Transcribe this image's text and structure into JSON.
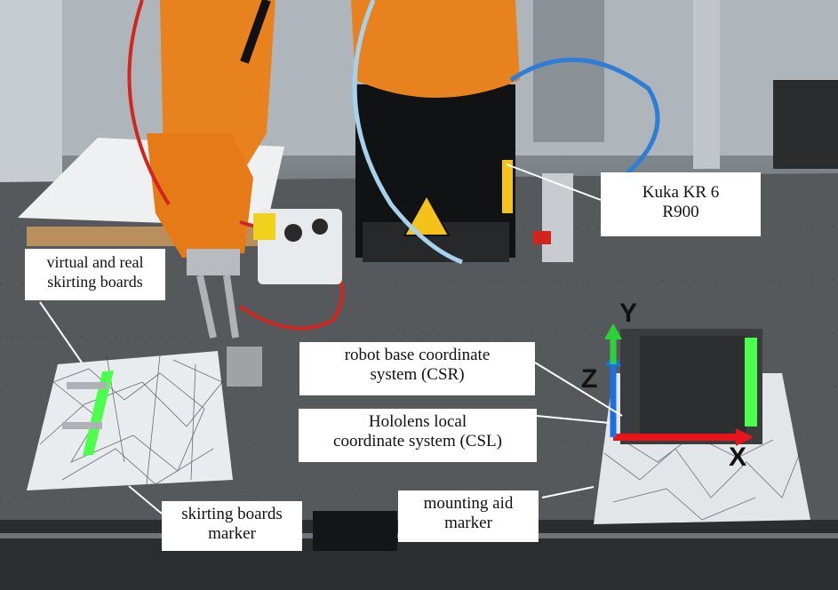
{
  "labels": {
    "kuka": [
      "Kuka KR 6",
      "R900"
    ],
    "virtual_real": [
      "virtual and real",
      "skirting boards"
    ],
    "robot_base": [
      "robot base coordinate",
      "system (CSR)"
    ],
    "hololens": [
      "Hololens local",
      "coordinate system (CSL)"
    ],
    "skirting_marker": [
      "skirting boards",
      "marker"
    ],
    "mounting_marker": [
      "mounting aid",
      "marker"
    ]
  },
  "axes": {
    "x": "X",
    "y": "Y",
    "z": "Z"
  },
  "colors": {
    "robot_orange": "#e8821e",
    "axis_x": "#e8141a",
    "axis_y": "#2fd13a",
    "axis_z": "#1b6fe0",
    "marker_green": "#4cff4c"
  }
}
